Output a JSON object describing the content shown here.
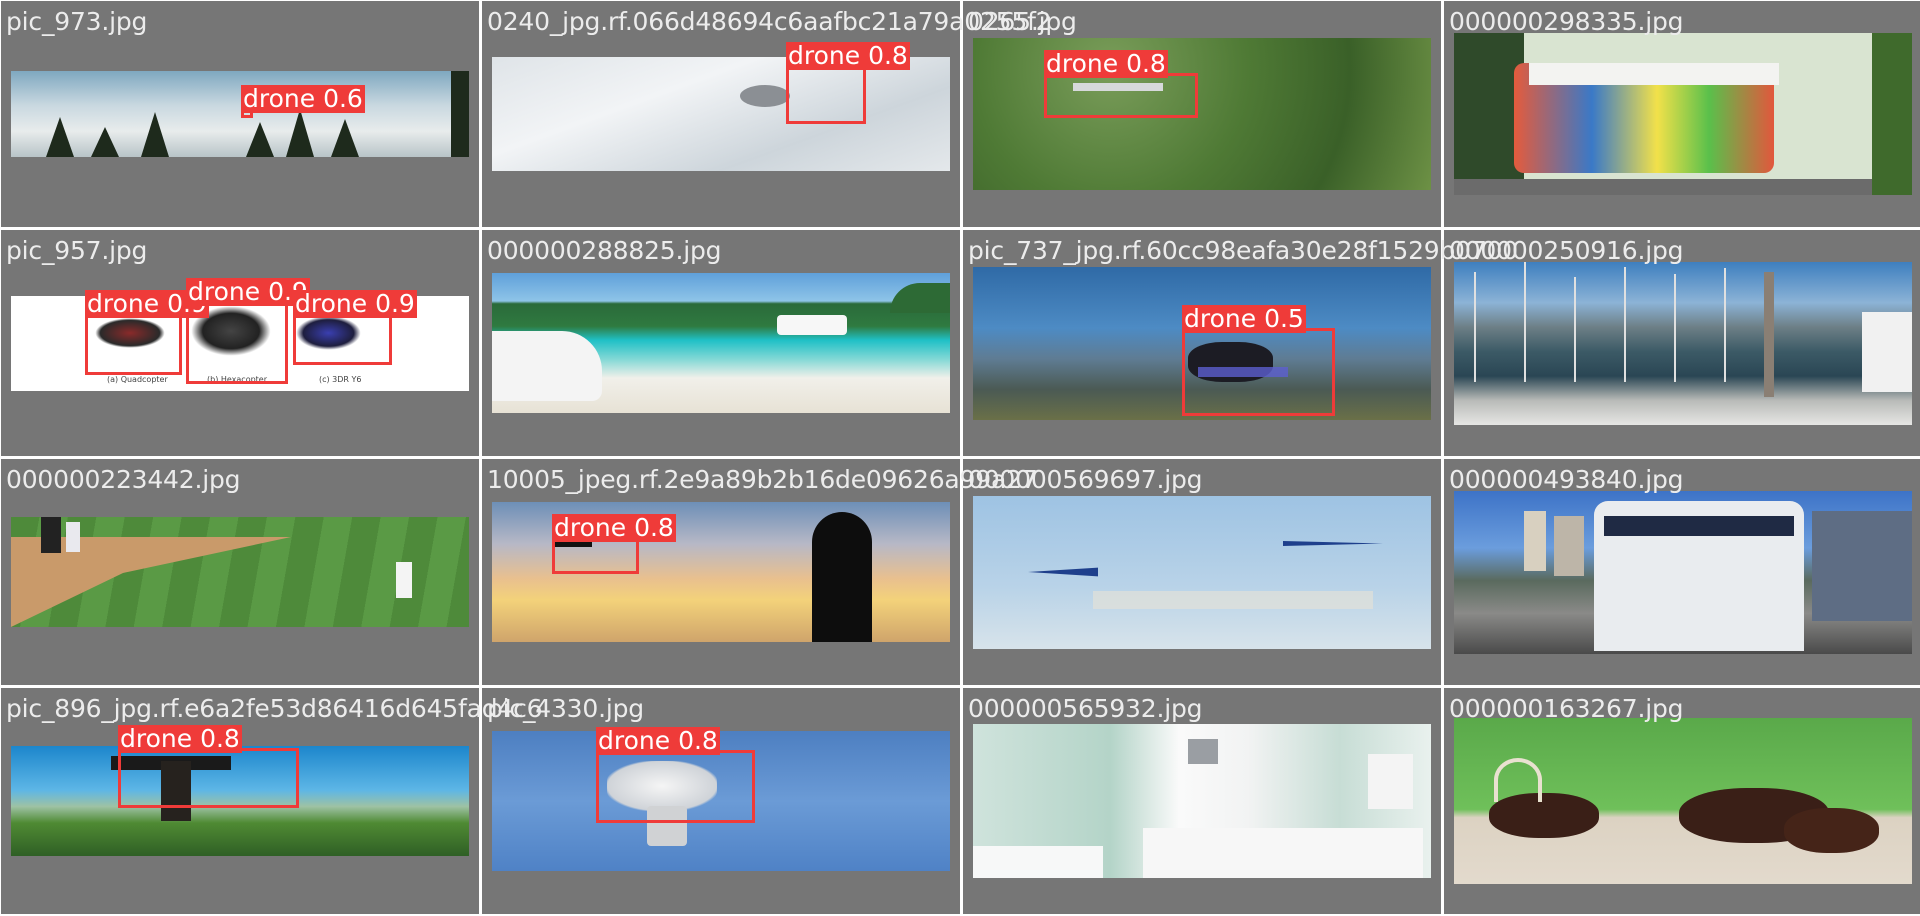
{
  "tiles": [
    {
      "filename": "pic_973.jpg",
      "detections": [
        {
          "label": "drone 0.6"
        }
      ]
    },
    {
      "filename": "0240_jpg.rf.066d48694c6aafbc21a79a0255f2",
      "detections": [
        {
          "label": "drone 0.8"
        }
      ]
    },
    {
      "filename": "0265.jpg",
      "detections": [
        {
          "label": "drone 0.8"
        }
      ]
    },
    {
      "filename": "000000298335.jpg",
      "detections": []
    },
    {
      "filename": "pic_957.jpg",
      "detections": [
        {
          "label": "drone 0.9"
        },
        {
          "label": "drone 0.9"
        },
        {
          "label": "drone 0.9"
        }
      ],
      "captions": [
        "(a) Quadcopter",
        "(b) Hexacopter",
        "(c) 3DR Y6"
      ]
    },
    {
      "filename": "000000288825.jpg",
      "detections": []
    },
    {
      "filename": "pic_737_jpg.rf.60cc98eafa30e28f1529b0700",
      "detections": [
        {
          "label": "drone 0.5"
        }
      ]
    },
    {
      "filename": "000000250916.jpg",
      "detections": []
    },
    {
      "filename": "000000223442.jpg",
      "detections": []
    },
    {
      "filename": "10005_jpeg.rf.2e9a89b2b16de09626a99a27",
      "detections": [
        {
          "label": "drone 0.8"
        }
      ]
    },
    {
      "filename": "000000569697.jpg",
      "detections": []
    },
    {
      "filename": "000000493840.jpg",
      "detections": []
    },
    {
      "filename": "pic_896_jpg.rf.e6a2fe53d86416d645fad4c6",
      "detections": [
        {
          "label": "drone 0.8"
        }
      ]
    },
    {
      "filename": "pic_4330.jpg",
      "detections": [
        {
          "label": "drone 0.8"
        }
      ]
    },
    {
      "filename": "000000565932.jpg",
      "detections": []
    },
    {
      "filename": "000000163267.jpg",
      "detections": []
    }
  ],
  "colors": {
    "tile_bg": "#767676",
    "box": "#ef3b39",
    "text": "#ececec"
  }
}
